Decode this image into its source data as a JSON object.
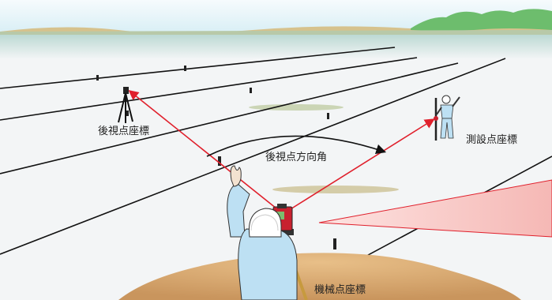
{
  "labels": {
    "backsight_point": "後視点座標",
    "setout_point": "測設点座標",
    "backsight_direction_angle": "後視点方向角",
    "instrument_point": "機械点座標"
  },
  "colors": {
    "sky_top": "#e4f3f8",
    "distant_hills": "#7cc57c",
    "ground": "#f3f5f6",
    "mound": "#d9ad78",
    "sight_line": "#e0202c",
    "laser_fan": "#f7c8c6",
    "worker_shirt": "#bde0f3",
    "total_station": "#c8212f"
  },
  "icons": [
    "tripod-prism-icon",
    "surveyor-with-pole-icon",
    "total-station-icon",
    "operator-icon"
  ]
}
